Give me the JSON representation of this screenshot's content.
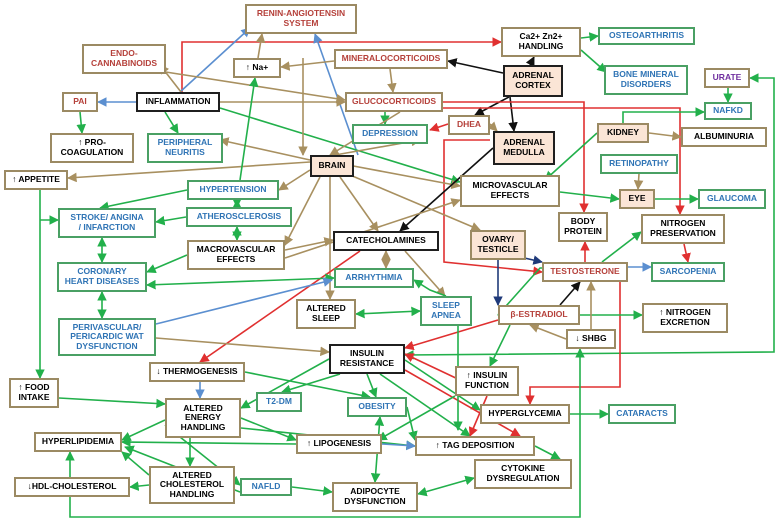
{
  "colors": {
    "text_red": "#b5403a",
    "text_blue": "#2f74b5",
    "text_purple": "#7030a0",
    "text_black": "#000000",
    "border_tan": "#9b8a63",
    "border_green": "#4aa064",
    "border_black": "#1f1f1f",
    "peach_fill": "#fbe5d6",
    "arrow_green": "#22b04b",
    "arrow_tan": "#a89060",
    "arrow_red": "#e03030",
    "arrow_blue": "#5b8fd0",
    "arrow_black": "#111111",
    "arrow_navy": "#1f3a7a"
  },
  "nodes": {
    "ras": "RENIN-ANGIOTENSIN\nSYSTEM",
    "ca_zn": "Ca2+ Zn2+\nHANDLING",
    "osteoarthritis": "OSTEOARTHRITIS",
    "endocannabinoids": "ENDO-\nCANNABINOIDS",
    "na": "↑ Na+",
    "mineralocorticoids": "MINERALOCORTICOIDS",
    "adrenal_cortex": "ADRENAL\nCORTEX",
    "bone_mineral": "BONE MINERAL\nDISORDERS",
    "urate": "URATE",
    "pai": "PAI",
    "inflammation": "INFLAMMATION",
    "glucocorticoids": "GLUCOCORTICOIDS",
    "nafkd": "NAFKD",
    "pro_coagulation": "↑ PRO-\nCOAGULATION",
    "peripheral_neuritis": "PERIPHERAL\nNEURITIS",
    "depression": "DEPRESSION",
    "dhea": "DHEA",
    "adrenal_medulla": "ADRENAL\nMEDULLA",
    "kidney": "KIDNEY",
    "albuminuria": "ALBUMINURIA",
    "appetite": "↑ APPETITE",
    "brain": "BRAIN",
    "retinopathy": "RETINOPATHY",
    "hypertension": "HYPERTENSION",
    "microvascular": "MICROVASCULAR\nEFFECTS",
    "eye": "EYE",
    "glaucoma": "GLAUCOMA",
    "stroke": "STROKE/ ANGINA\n/ INFARCTION",
    "atherosclerosis": "ATHEROSCLEROSIS",
    "body_protein": "BODY\nPROTEIN",
    "nitrogen_preservation": "NITROGEN\nPRESERVATION",
    "catecholamines": "CATECHOLAMINES",
    "ovary": "OVARY/\nTESTICLE",
    "macrovascular": "MACROVASCULAR\nEFFECTS",
    "coronary": "CORONARY\nHEART DISEASES",
    "arrhythmia": "ARRHYTHMIA",
    "testosterone": "TESTOSTERONE",
    "sarcopenia": "SARCOPENIA",
    "altered_sleep": "ALTERED\nSLEEP",
    "sleep_apnea": "SLEEP\nAPNEA",
    "b_estradiol": "β-ESTRADIOL",
    "nitrogen_excretion": "↑ NITROGEN\nEXCRETION",
    "perivascular": "PERIVASCULAR/\nPERICARDIC WAT\nDYSFUNCTION",
    "insulin_resistance": "INSULIN\nRESISTANCE",
    "shbg": "↓ SHBG",
    "thermogenesis": "↓ THERMOGENESIS",
    "insulin_function": "↑ INSULIN\nFUNCTION",
    "food_intake": "↑ FOOD\nINTAKE",
    "altered_energy": "ALTERED\nENERGY\nHANDLING",
    "t2dm": "T2-DM",
    "obesity": "OBESITY",
    "hyperglycemia": "HYPERGLYCEMIA",
    "cataracts": "CATARACTS",
    "hyperlipidemia": "HYPERLIPIDEMIA",
    "lipogenesis": "↑ LIPOGENESIS",
    "tag_deposition": "↑ TAG DEPOSITION",
    "altered_cholesterol": "ALTERED\nCHOLESTEROL\nHANDLING",
    "cytokine": "CYTOKINE\nDYSREGULATION",
    "hdl": "↓HDL-CHOLESTEROL",
    "nafld": "NAFLD",
    "adipocyte": "ADIPOCYTE\nDYSFUNCTION"
  }
}
